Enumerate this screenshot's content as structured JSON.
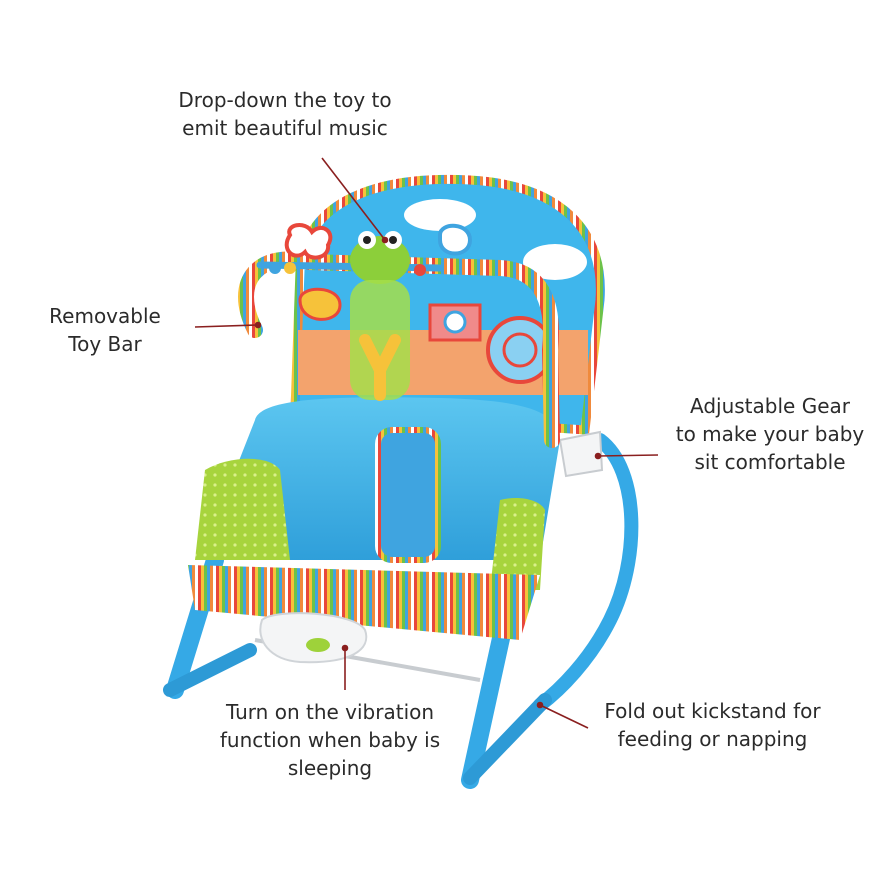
{
  "callouts": {
    "toy": [
      "Drop-down the toy to",
      "emit beautiful music"
    ],
    "bar": [
      "Removable",
      "Toy Bar"
    ],
    "gear": [
      "Adjustable Gear",
      "to make your baby",
      "sit comfortable"
    ],
    "vibration": [
      "Turn on the vibration",
      "function when baby is",
      "sleeping"
    ],
    "kickstand": [
      "Fold out kickstand for",
      "feeding or napping"
    ]
  },
  "colors": {
    "text": "#2b2b2b",
    "leader_line": "#8a1f1f",
    "frame": "#35a9e6",
    "seat_blue": "#3fb6ec",
    "seat_green": "#9ed23a",
    "seat_orange": "#f3a36d"
  }
}
